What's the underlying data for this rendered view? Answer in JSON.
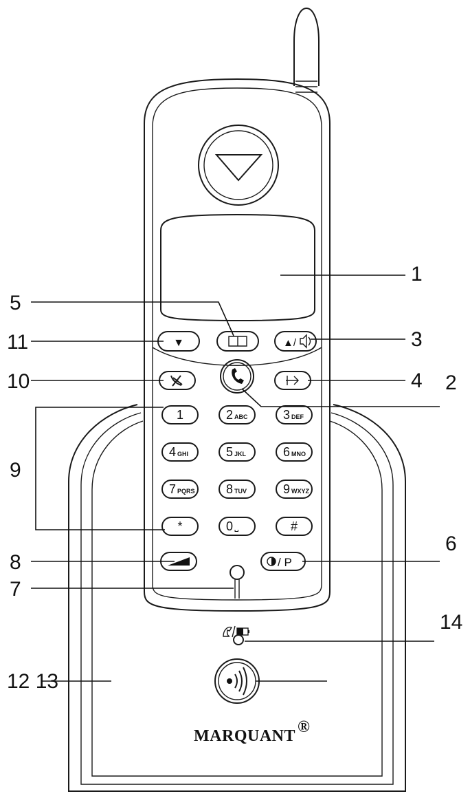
{
  "brand": {
    "name": "MARQUANT",
    "mark": "®"
  },
  "keys": {
    "nav_down": "▼",
    "phonebook": "📖",
    "nav_up_volume": "▲/",
    "talk": "✆",
    "redial_arrow": "→",
    "digits": [
      {
        "main": "1",
        "sub": ""
      },
      {
        "main": "2",
        "sub": "ABC"
      },
      {
        "main": "3",
        "sub": "DEF"
      },
      {
        "main": "4",
        "sub": "GHI"
      },
      {
        "main": "5",
        "sub": "JKL"
      },
      {
        "main": "6",
        "sub": "MNO"
      },
      {
        "main": "7",
        "sub": "PQRS"
      },
      {
        "main": "8",
        "sub": "TUV"
      },
      {
        "main": "9",
        "sub": "WXYZ"
      },
      {
        "main": "*",
        "sub": ""
      },
      {
        "main": "0",
        "sub": "␣"
      },
      {
        "main": "#",
        "sub": ""
      }
    ],
    "power_pause": "/ P"
  },
  "callouts": {
    "c1": "1",
    "c2": "2",
    "c3": "3",
    "c4": "4",
    "c5": "5",
    "c6": "6",
    "c7": "7",
    "c8": "8",
    "c9": "9",
    "c10": "10",
    "c11": "11",
    "c12_13": "12 13",
    "c14": "14"
  }
}
